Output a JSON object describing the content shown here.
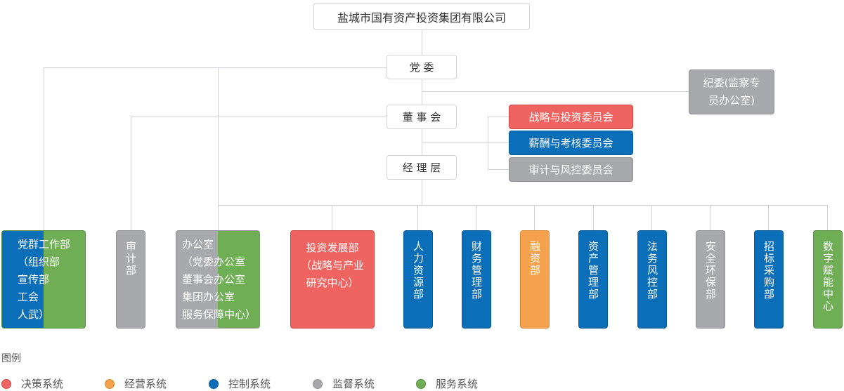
{
  "top": {
    "company": "盐城市国有资产投资集团有限公司"
  },
  "leadership": {
    "party": "党 委",
    "board": "董 事 会",
    "management": "经 理 层",
    "discipline": "纪委(监察专\n员办公室)"
  },
  "committees": [
    "战略与投资委员会",
    "薪酬与考核委员会",
    "审计与风控委员会"
  ],
  "departments": {
    "party_work": "党群工作部\n（组织部\n 宣传部\n 工会\n 人武）",
    "audit": "审计部",
    "office": "   办公室\n（党委办公室\n  董事会办公室\n  集团办公室\n  服务保障中心）",
    "investment": "投资发展部\n（战略与产业\n研究中心）",
    "hr": "人力资源部",
    "finance": "财务管理部",
    "financing": "融资部",
    "asset": "资产管理部",
    "legal": "法务风控部",
    "safety": "安全环保部",
    "procurement": "招标采购部",
    "digital": "数字赋能中心"
  },
  "legend": {
    "title": "图例",
    "items": [
      {
        "label": "决策系统",
        "color": "#ef6461"
      },
      {
        "label": "经营系统",
        "color": "#f4a24d"
      },
      {
        "label": "控制系统",
        "color": "#0a6fb8"
      },
      {
        "label": "监督系统",
        "color": "#a7a9ac"
      },
      {
        "label": "服务系统",
        "color": "#6fae55"
      }
    ]
  }
}
